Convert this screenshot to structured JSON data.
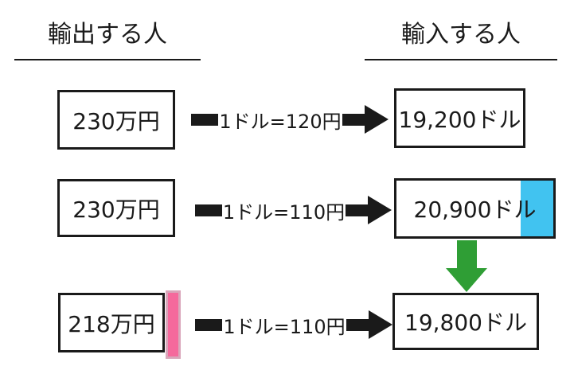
{
  "titles": {
    "exporter": "輸出する人",
    "importer": "輸入する人"
  },
  "rows": [
    {
      "yen": "230万円",
      "rate": "1ドル=120円",
      "dollar": "19,200ドル"
    },
    {
      "yen": "230万円",
      "rate": "1ドル=110円",
      "dollar": "20,900ドル"
    },
    {
      "yen": "218万円",
      "rate": "1ドル=110円",
      "dollar": "19,800ドル"
    }
  ],
  "colors": {
    "ink": "#1a1a1a",
    "highlight_blue": "#41c3f0",
    "highlight_pink": "#f5699c",
    "highlight_pink_border": "#d9a6ba",
    "arrow_green": "#2f9e35"
  }
}
